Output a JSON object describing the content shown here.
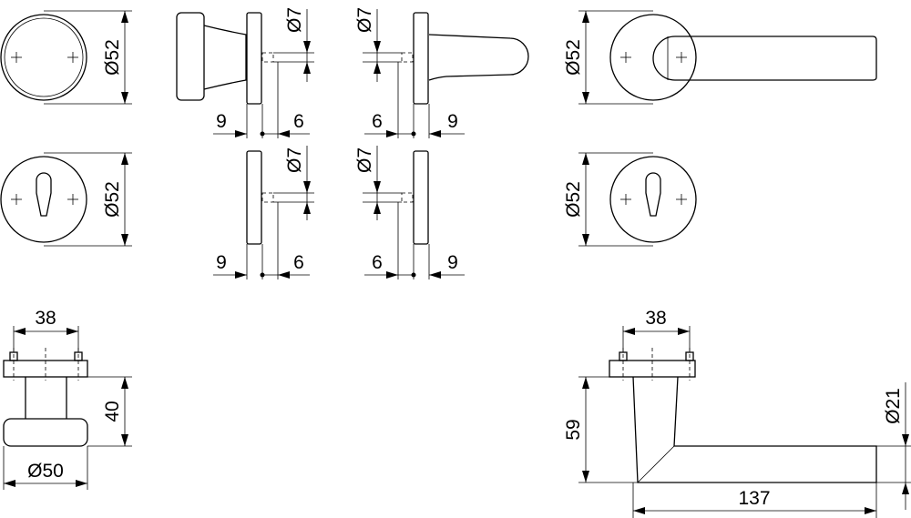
{
  "drawing": {
    "labels": {
      "rose_diameter": "Ø52",
      "spindle_diameter": "Ø7",
      "rose_offset": "9",
      "spindle_offset": "6",
      "pin_spacing": "38",
      "knob_projection": "40",
      "knob_diameter": "Ø50",
      "lever_height": "59",
      "lever_diameter": "Ø21",
      "lever_length": "137"
    }
  }
}
